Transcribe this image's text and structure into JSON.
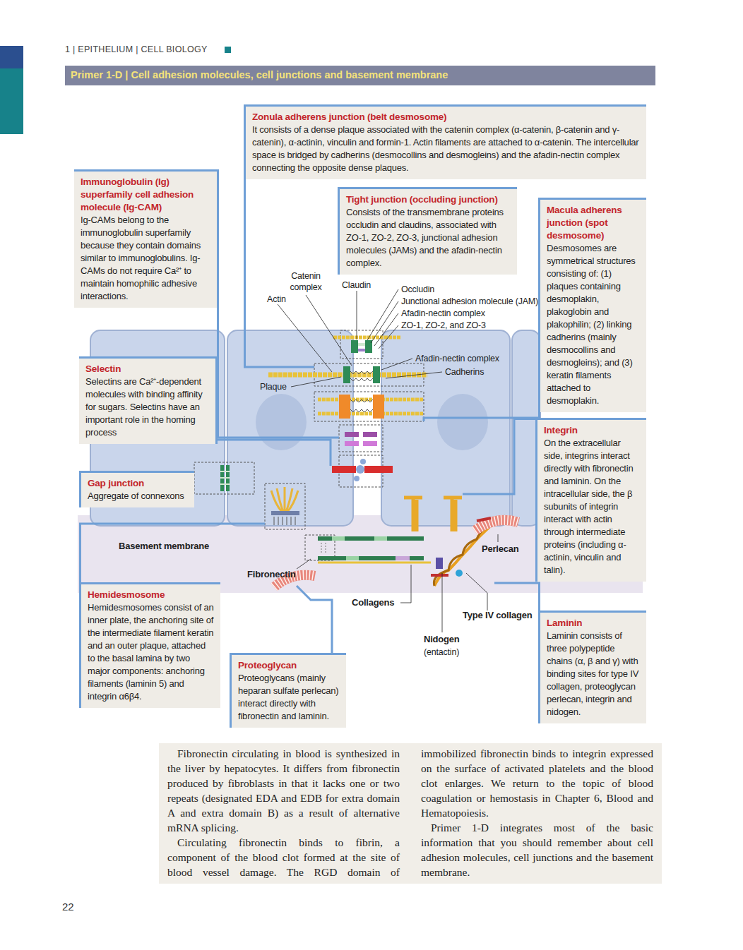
{
  "diagram": {
    "title": "Primer 1-D | Cell adhesion molecules, cell junctions and basement membrane",
    "nodes": [
      {
        "text": [
          "Zonula adherens junction (belt desmosome)",
          "It consists of a dense plaque associated with the catenin complex (α-catenin, β-catenin and γ-catenin), α-actinin, vinculin and formin-1. Actin filaments are attached to α-catenin. The intercellular space is bridged by cadherins (desmocollins and desmogleins) and the afadin-nectin complex connecting the opposite dense plaques."
        ]
      },
      {
        "text": [
          "Immunoglobulin (Ig) superfamily cell adhesion molecule (Ig-CAM)",
          "Ig-CAMs belong to the immunoglobulin superfamily because they contain domains similar to immunoglobulins. Ig-CAMs do not require Ca²⁺ to maintain homophilic adhesive interactions."
        ]
      },
      {
        "text": [
          "Tight junction (occluding junction)",
          "Consists of the transmembrane proteins occludin and claudins, associated with ZO-1, ZO-2, ZO-3, junctional adhesion molecules (JAMs) and the afadin-nectin complex."
        ]
      },
      {
        "text": [
          "Macula adherens junction (spot desmosome)",
          "Desmosomes are symmetrical structures consisting of: (1) plaques containing desmoplakin, plakoglobin and plakophilin; (2) linking cadherins (mainly desmocollins and desmogleins); and (3) keratin filaments attached to desmoplakin."
        ]
      },
      {
        "text": [
          "Selectin",
          "Selectins are Ca²⁺-dependent molecules with binding affinity for sugars. Selectins have an important role in the homing process"
        ]
      },
      {
        "text": [
          "Integrin",
          "On the extracellular side, integrins interact directly with fibronectin and laminin. On the intracellular side, the β subunits of integrin interact with actin through intermediate proteins (including α-actinin, vinculin and talin)."
        ]
      },
      {
        "text": [
          "Gap junction",
          "Aggregate of connexons"
        ]
      },
      {
        "text": [
          "Hemidesmosome",
          "Hemidesmosomes consist of an inner plate, the anchoring site of the intermediate filament keratin and an outer plaque, attached to the basal lamina by two major components: anchoring filaments (laminin 5) and integrin α6β4."
        ]
      },
      {
        "text": [
          "Proteoglycan",
          "Proteoglycans (mainly heparan sulfate perlecan) interact directly with fibronectin and laminin."
        ]
      },
      {
        "text": [
          "Laminin",
          "Laminin consists of three polypeptide chains (α, β and γ) with binding sites for type IV collagen, proteoglycan perlecan, integrin and nidogen."
        ]
      }
    ],
    "labels": [
      "1 | EPITHELIUM | CELL BIOLOGY",
      "Catenin complex",
      "Actin",
      "Claudin",
      "Occludin",
      "Junctional adhesion molecule (JAM)",
      "Afadin-nectin complex",
      "ZO-1, ZO-2, and ZO-3",
      "Afadin-nectin complex",
      "Cadherins",
      "Plaque",
      "Basement membrane",
      "Fibronectin",
      "Perlecan",
      "Collagens",
      "Type IV collagen",
      "Nidogen",
      "(entactin)",
      "Fibronectin circulating in blood is synthesized in the liver by hepatocytes. It differs from fibronectin produced by fibroblasts in that it lacks one or two repeats (designated EDA and EDB for extra domain A and extra domain B) as a result of alternative mRNA splicing.",
      "Circulating fibronectin binds to fibrin, a component of the blood clot formed at the site of blood vessel damage. The RGD domain of immobilized fibronectin binds to integrin expressed on the surface of activated platelets and the blood clot enlarges. We return to the topic of blood coagulation or hemostasis in Chapter 6, Blood and Hematopoiesis.",
      "Primer 1-D integrates most of the basic information that you should remember about cell adhesion molecules, cell junctions and the basement membrane.",
      "22"
    ]
  }
}
